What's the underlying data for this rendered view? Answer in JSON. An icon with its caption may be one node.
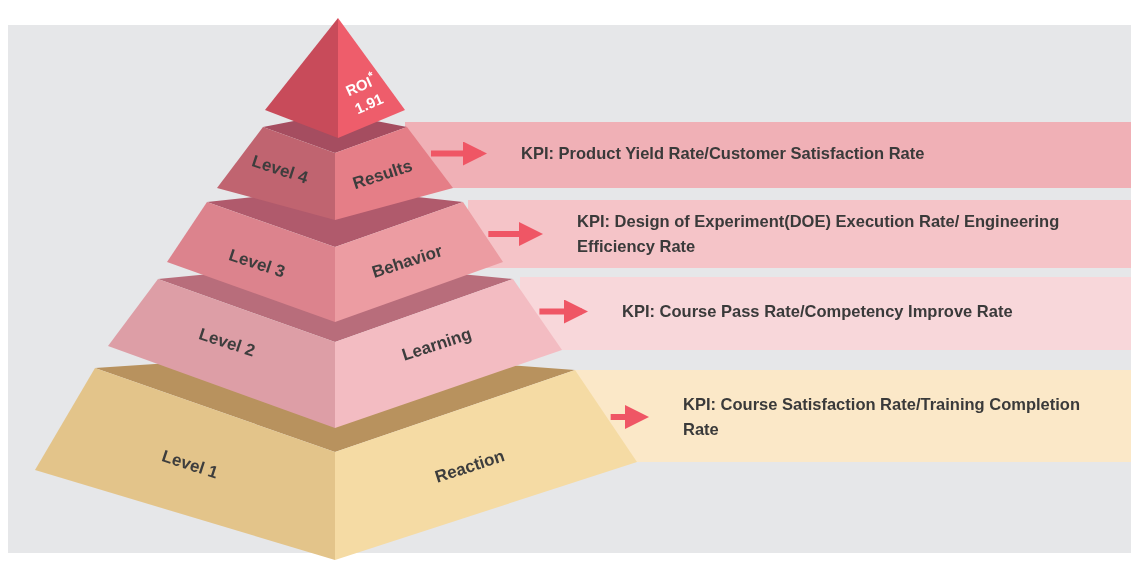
{
  "diagram": {
    "nodes": [
      {
        "text": [
          "ROI$^{*}$ 1.91"
        ]
      },
      {
        "text": [
          "Level 4",
          "Results"
        ]
      },
      {
        "text": [
          "KPI: Product Yield Rate/Customer Satisfaction Rate"
        ]
      },
      {
        "text": [
          "Level 3",
          "Behavior"
        ]
      },
      {
        "text": [
          "KPI: Design of Experiment(DOE) Execution Rate/ Engineering Efficiency Rate"
        ]
      },
      {
        "text": [
          "Level 2",
          "Learning"
        ]
      },
      {
        "text": [
          "KPI: Course Pass Rate/Competency Improve Rate"
        ]
      },
      {
        "text": [
          "Level 1",
          "Reaction"
        ]
      },
      {
        "text": [
          "KPI: Course Satisfaction Rate/Training Completion Rate"
        ]
      }
    ],
    "edges": [
      {
        "from": 1,
        "to": 2,
        "arrow": "to"
      },
      {
        "from": 3,
        "to": 4,
        "arrow": "to"
      },
      {
        "from": 5,
        "to": 6,
        "arrow": "to"
      },
      {
        "from": 7,
        "to": 8,
        "arrow": "to"
      }
    ]
  }
}
